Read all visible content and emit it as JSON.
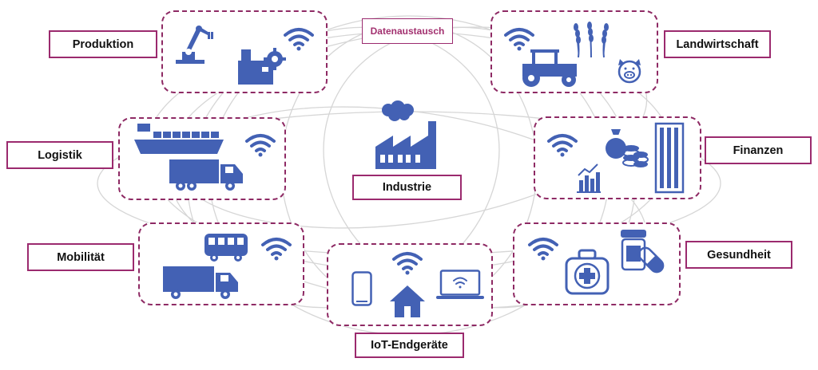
{
  "title": "Datenaustausch",
  "center": "Industrie",
  "sectors": {
    "produktion": "Produktion",
    "landwirtschaft": "Landwirtschaft",
    "logistik": "Logistik",
    "finanzen": "Finanzen",
    "mobilitaet": "Mobilität",
    "gesundheit": "Gesundheit",
    "iot": "IoT-Endgeräte"
  },
  "colors": {
    "accent": "#9b2a6e",
    "icon": "#4361b4",
    "network": "#d6d6d6"
  },
  "icons": [
    "robot-arm-icon",
    "machine-gear-icon",
    "wifi-icon",
    "tractor-icon",
    "wheat-icon",
    "pig-icon",
    "container-ship-icon",
    "truck-icon",
    "money-bag-icon",
    "coins-icon",
    "bar-chart-icon",
    "skyscraper-icon",
    "bus-icon",
    "first-aid-kit-icon",
    "pill-bottle-icon",
    "capsule-icon",
    "smartphone-icon",
    "house-icon",
    "laptop-icon",
    "factory-icon"
  ]
}
